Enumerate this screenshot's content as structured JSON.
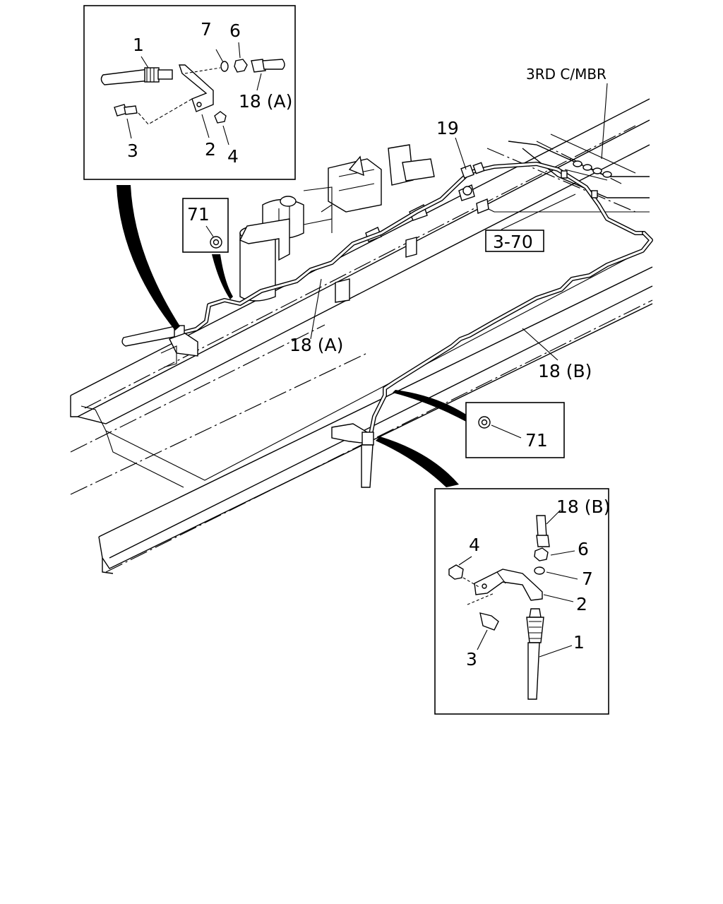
{
  "labels": {
    "top_inset": {
      "p1": "1",
      "p7": "7",
      "p6": "6",
      "p18a": "18 (A)",
      "p3": "3",
      "p2": "2",
      "p4": "4"
    },
    "main": {
      "third_cmbr": "3RD C/MBR",
      "p19": "19",
      "ref_3_70": "3-70",
      "p18a": "18 (A)",
      "p18b": "18 (B)",
      "p71_left": "71",
      "p71_right": "71"
    },
    "bottom_inset": {
      "p18b": "18 (B)",
      "p4": "4",
      "p6": "6",
      "p7": "7",
      "p2": "2",
      "p3": "3",
      "p1": "1"
    }
  }
}
